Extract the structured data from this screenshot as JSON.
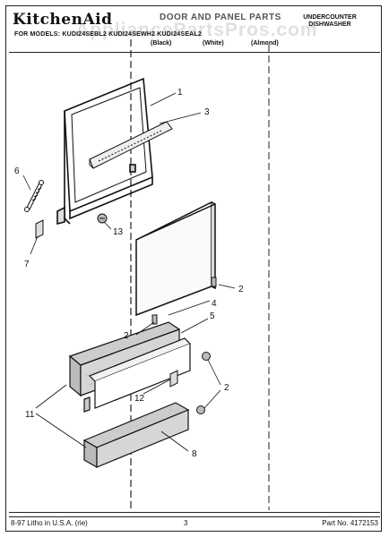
{
  "header": {
    "brand": "KitchenAid",
    "section_title": "DOOR AND PANEL PARTS",
    "product_type_line1": "UNDERCOUNTER",
    "product_type_line2": "DISHWASHER",
    "model_line": "FOR MODELS: KUDI24SEBL2  KUDI24SEWH2  KUDI24SEAL2",
    "colors": [
      "(Black)",
      "(White)",
      "(Almond)"
    ]
  },
  "watermark": "AppliancePartsPros.com",
  "callouts": {
    "c1": "1",
    "c3": "3",
    "c6": "6",
    "c7": "7",
    "c13": "13",
    "c2a": "2",
    "c4": "4",
    "c2b": "2",
    "c5": "5",
    "c12": "12",
    "c2c": "2",
    "c11": "11",
    "c8": "8"
  },
  "footer": {
    "left": "8-97 Litho in U.S.A. (rie)",
    "page": "3",
    "part_no": "Part No. 4172153"
  }
}
